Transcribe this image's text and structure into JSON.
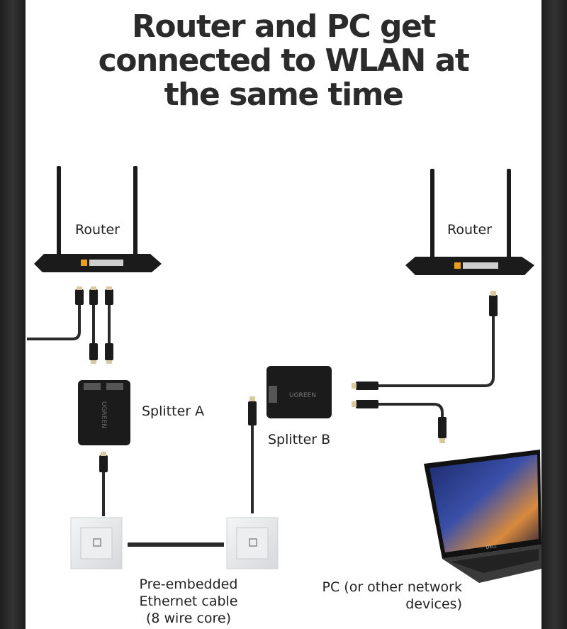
{
  "headline": {
    "line1": "Router and PC get",
    "line2": "connected to WLAN at",
    "line3": "the same time"
  },
  "labels": {
    "router_left": "Router",
    "router_right": "Router",
    "splitter_a": "Splitter A",
    "splitter_b": "Splitter B",
    "splitter_b_brand": "UGREEN",
    "splitter_a_brand": "UGREEN",
    "cable": {
      "line1": "Pre-embedded",
      "line2": "Ethernet cable",
      "line3": "(8 wire core)"
    },
    "pc": {
      "line1": "PC (or other network",
      "line2": "devices)"
    },
    "laptop_brand": "DELL"
  },
  "colors": {
    "device": "#1b1b1b",
    "cable": "#2a2a2a",
    "port_accent": "#e8a020",
    "wall_plate": "#e9eaec",
    "text": "#222222"
  }
}
